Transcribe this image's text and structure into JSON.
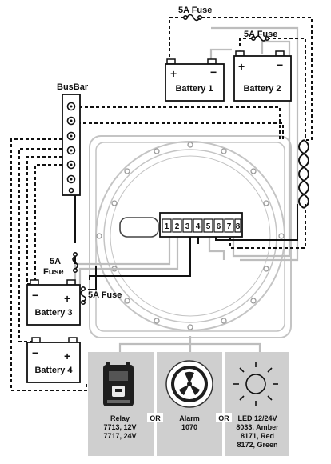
{
  "labels": {
    "fuse_top": "5A Fuse",
    "fuse_battery2": "5A Fuse",
    "fuse_left_line1": "5A",
    "fuse_left_line2": "Fuse",
    "fuse_right": "5A Fuse",
    "busbar": "BusBar"
  },
  "batteries": [
    {
      "label": "Battery 1",
      "pos": "+",
      "neg": "−"
    },
    {
      "label": "Battery 2",
      "pos": "+",
      "neg": "−"
    },
    {
      "label": "Battery 3",
      "pos": "+",
      "neg": "−"
    },
    {
      "label": "Battery 4",
      "pos": "+",
      "neg": "−"
    }
  ],
  "terminals": [
    "1",
    "2",
    "3",
    "4",
    "5",
    "6",
    "7",
    "8"
  ],
  "outputs": {
    "relay": {
      "line1": "Relay",
      "line2": "7713, 12V",
      "line3": "7717, 24V",
      "icon": "relay-icon"
    },
    "alarm": {
      "line1": "Alarm",
      "line2": "1070",
      "icon": "alarm-icon"
    },
    "led": {
      "line1": "LED 12/24V",
      "line2": "8033, Amber",
      "line3": "8171, Red",
      "line4": "8172, Green",
      "icon": "sun-icon"
    },
    "or_1": "OR",
    "or_2": "OR"
  },
  "colors": {
    "wire_dark": "#111111",
    "wire_light": "#bdbdbd",
    "panel_bg": "#cfcfcf",
    "gauge_outline": "#c4c4c4"
  }
}
